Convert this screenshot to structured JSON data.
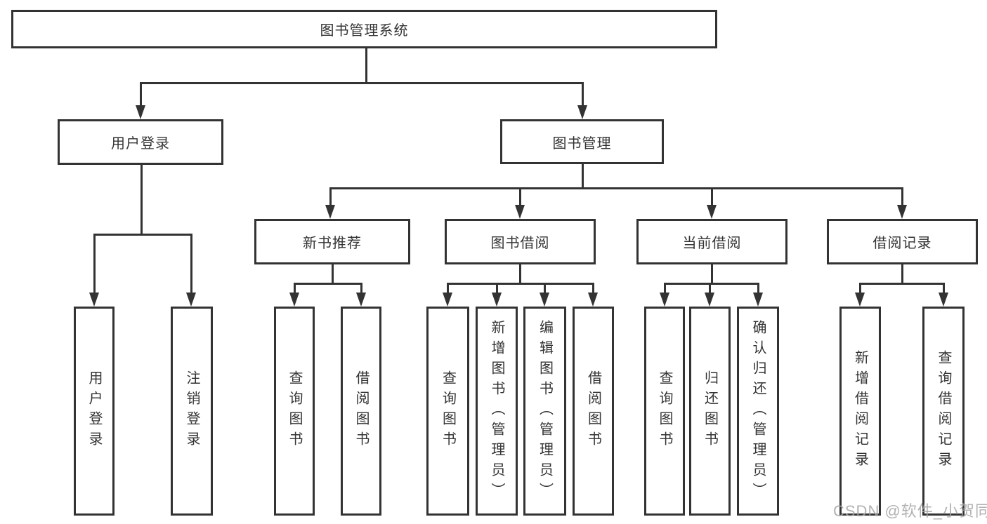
{
  "tree": {
    "root": {
      "label": "图书管理系统",
      "children": [
        {
          "label": "用户登录",
          "children": [
            {
              "label": "用户登录"
            },
            {
              "label": "注销登录"
            }
          ]
        },
        {
          "label": "图书管理",
          "children": [
            {
              "label": "新书推荐",
              "children": [
                {
                  "label": "查询图书"
                },
                {
                  "label": "借阅图书"
                }
              ]
            },
            {
              "label": "图书借阅",
              "children": [
                {
                  "label": "查询图书"
                },
                {
                  "label": "新增图书（管理员）"
                },
                {
                  "label": "编辑图书（管理员）"
                },
                {
                  "label": "借阅图书"
                }
              ]
            },
            {
              "label": "当前借阅",
              "children": [
                {
                  "label": "查询图书"
                },
                {
                  "label": "归还图书"
                },
                {
                  "label": "确认归还（管理员）"
                }
              ]
            },
            {
              "label": "借阅记录",
              "children": [
                {
                  "label": "新增借阅记录"
                },
                {
                  "label": "查询借阅记录"
                }
              ]
            }
          ]
        }
      ]
    }
  },
  "colors": {
    "line": "#333333",
    "background": "#ffffff",
    "watermark": "#a5a5a5"
  },
  "watermark": {
    "text": "CSDN @软件_小贺同学"
  }
}
